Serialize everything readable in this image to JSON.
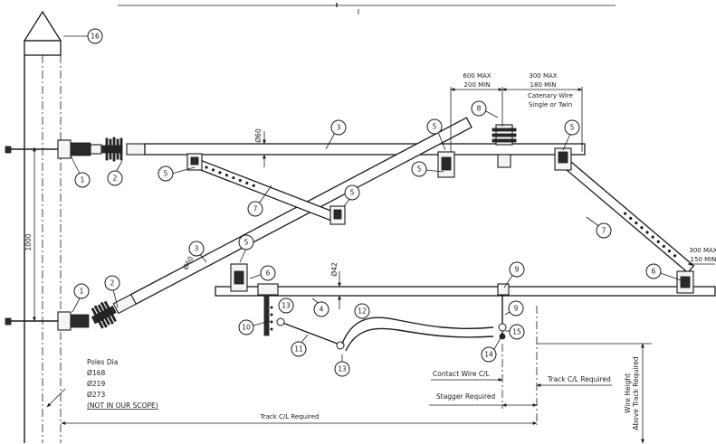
{
  "callouts": {
    "c1a": "1",
    "c1b": "1",
    "c2a": "2",
    "c2b": "2",
    "c3a": "3",
    "c3b": "3",
    "c4": "4",
    "c5a": "5",
    "c5b": "5",
    "c5c": "5",
    "c5d": "5",
    "c5e": "5",
    "c5f": "5",
    "c6a": "6",
    "c6b": "6",
    "c7a": "7",
    "c7b": "7",
    "c8": "8",
    "c9a": "9",
    "c9b": "9",
    "c10": "10",
    "c11": "11",
    "c12": "12",
    "c13a": "13",
    "c13b": "13",
    "c14": "14",
    "c15": "15",
    "c16": "16"
  },
  "dimensions": {
    "pole_height": "1000",
    "upper_tube_dia": "Ø60",
    "diagonal_tube_dia": "Ø60",
    "lower_tube_dia": "Ø42",
    "max_600": "600 MAX",
    "min_200": "200 MIN",
    "max_300": "300 MAX",
    "min_180": "180 MIN",
    "right_max_300": "300 MAX",
    "right_min_150": "150 MIN"
  },
  "labels": {
    "catenary_line1": "Catenary Wire",
    "catenary_line2": "Single or Twin",
    "contact_wire_cl": "Contact Wire C/L",
    "stagger_required": "Stagger Required",
    "track_cl_required_right": "Track C/L Required",
    "track_cl_required_bottom": "Track C/L Required",
    "wire_height_line1": "Wire Height",
    "wire_height_line2": "Above Track Required"
  },
  "pole_note": {
    "title": "Poles Dia",
    "d1": "Ø168",
    "d2": "Ø219",
    "d3": "Ø273",
    "scope": "(NOT IN OUR SCOPE)"
  },
  "colors": {
    "line": "#1a1a1a",
    "background": "#ffffff"
  }
}
